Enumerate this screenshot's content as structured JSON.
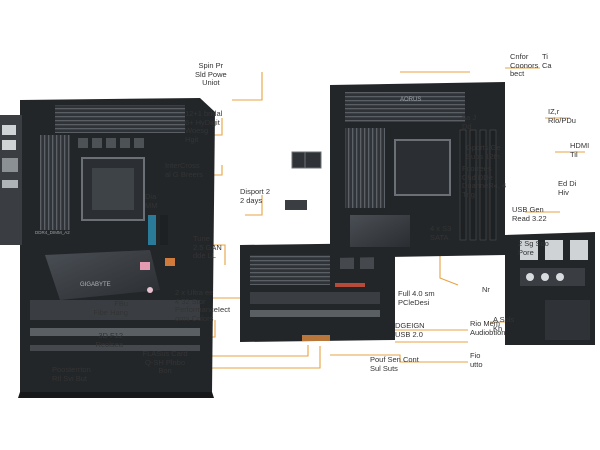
{
  "colors": {
    "board": "#232629",
    "board_edge": "#16181a",
    "leader": "#e8a341",
    "text": "#333333",
    "copper": "#b8763a"
  },
  "labels": {
    "spin_power": [
      "Spin Pr",
      "Sld Powe",
      "Uniot"
    ],
    "hybrid": [
      "12+1 bridal",
      "6+ HyDigit",
      "Woesg",
      "Hgit"
    ],
    "intercross": [
      "InterCross",
      "al G Breers"
    ],
    "dimm": [
      "Dia",
      "MM"
    ],
    "displayport": [
      "Disport 2",
      "2 days"
    ],
    "lan": [
      "Tune",
      "2.5 GAN",
      "dde LL"
    ],
    "ultra": [
      "2 x Ultra ee",
      "4 32 Stor",
      "PerformanceIect",
      "ormi Colors"
    ],
    "fbu": [
      "FBu",
      "Fibe Hang"
    ],
    "storage": [
      "3D F12",
      "Reolsea"
    ],
    "flash": [
      "FLASus Card",
      "Q-SH Plnbo",
      "Bon"
    ],
    "booster": [
      "Poosterrton",
      "Rtl Svi But"
    ],
    "connect": [
      "Cnfor",
      "Coonors",
      "bect"
    ],
    "heatsink": [
      "ha J",
      "Dd"
    ],
    "pcie_gen": [
      "Gports Ge",
      "Sups 12th"
    ],
    "ddr": [
      "Fcorrees",
      "Chd DDe",
      "DuanneR4, 4",
      "Tng"
    ],
    "sata": [
      "4 x S3",
      "SATA"
    ],
    "pcie_slot": [
      "Full 4.0 sm",
      "PCleDesi"
    ],
    "audio": [
      "Rio Mem",
      "Audiobtion"
    ],
    "usb2": [
      "DGEIGN",
      "USB 2.0"
    ],
    "bottom_text": [
      "Pouf Sen Cont",
      "Sul Suts"
    ],
    "button": [
      "Fio",
      "utto"
    ],
    "top_right": [
      "Ti",
      "Ca"
    ],
    "right_up": [
      "IZ,r",
      "Rlo/PDu"
    ],
    "hdmi": [
      "HDMI",
      "Til"
    ],
    "right_mid": [
      "Ed Di",
      "Hiv"
    ],
    "usb_gen": [
      "USB Gen",
      "Read 3.22"
    ],
    "right_sg": [
      "2 Sg Soo",
      "Pore"
    ],
    "nr": [
      "Nr"
    ],
    "a_sols": [
      "A Sols",
      "Kh"
    ]
  },
  "board_silkscreen": {
    "ddr4": "DDR4_DIMM_A2",
    "vent": "GIGABYTE",
    "gaming": "AORUS"
  }
}
